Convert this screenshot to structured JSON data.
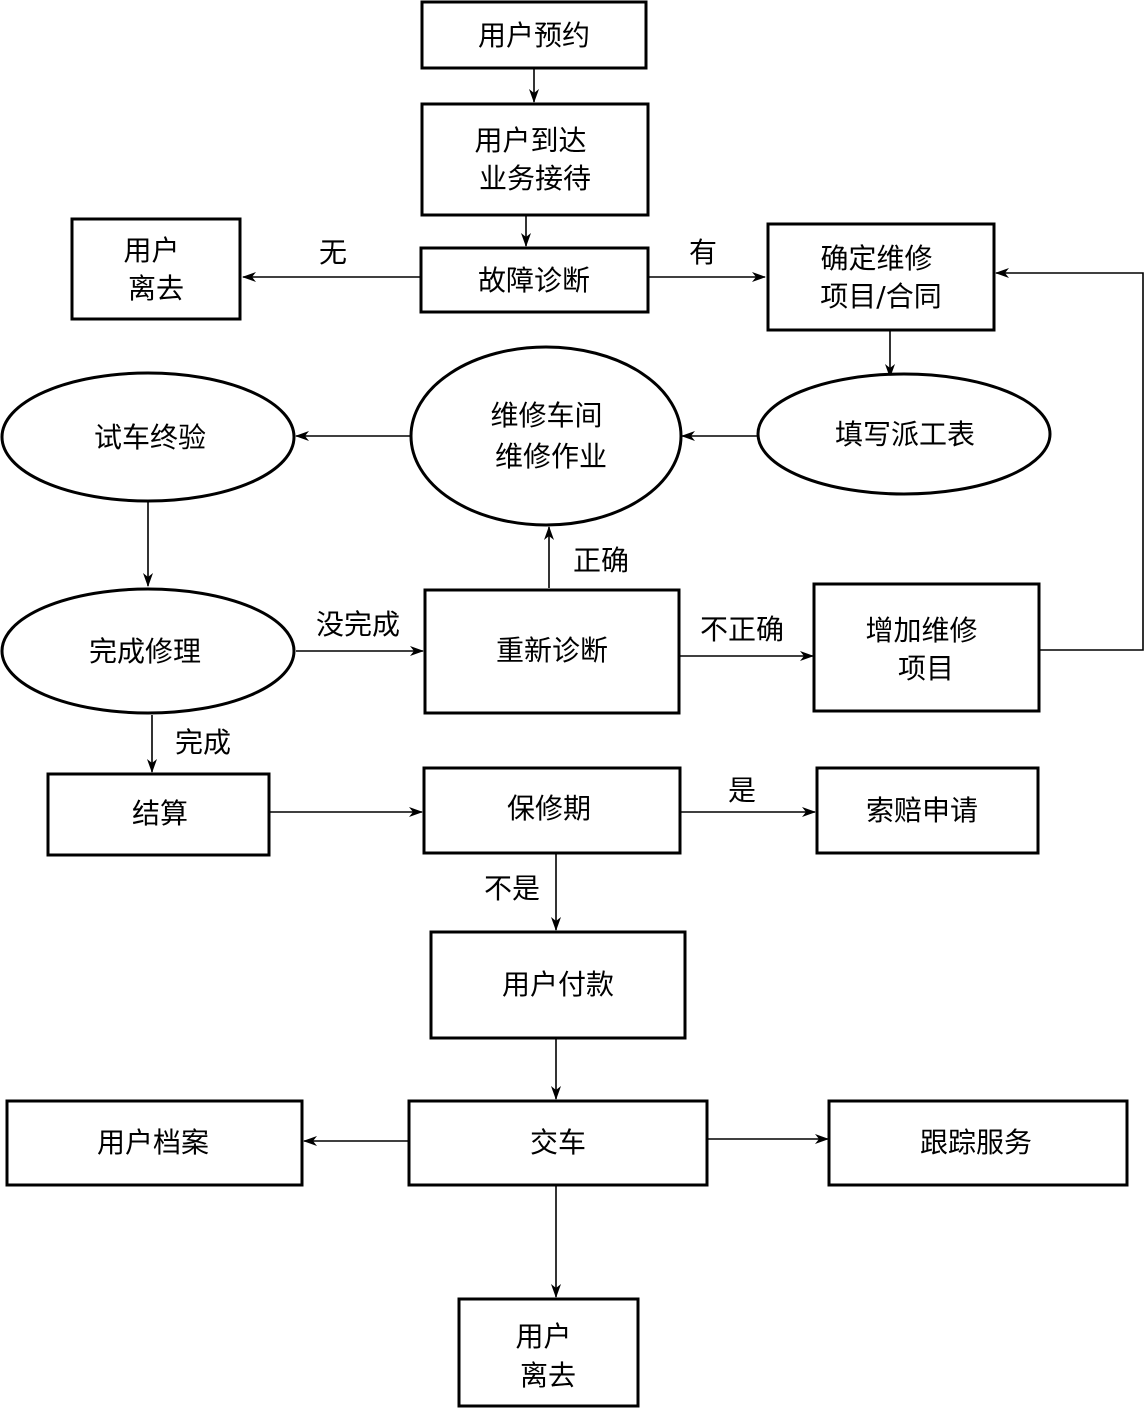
{
  "nodes": {
    "appointment": [
      "用户预约"
    ],
    "arrival": [
      "用户到达",
      "业务接待"
    ],
    "leave_top": [
      "用户",
      "离去"
    ],
    "diagnosis": [
      "故障诊断"
    ],
    "confirm": [
      "确定维修",
      "项目/合同"
    ],
    "test_drive": [
      "试车终验"
    ],
    "workshop": [
      "维修车间",
      "维修作业"
    ],
    "dispatch": [
      "填写派工表"
    ],
    "complete_repair": [
      "完成修理"
    ],
    "rediagnosis": [
      "重新诊断"
    ],
    "add_items": [
      "增加维修",
      "项目"
    ],
    "settlement": [
      "结算"
    ],
    "warranty": [
      "保修期"
    ],
    "claim": [
      "索赔申请"
    ],
    "payment": [
      "用户付款"
    ],
    "customer_file": [
      "用户档案"
    ],
    "delivery": [
      "交车"
    ],
    "follow_up": [
      "跟踪服务"
    ],
    "leave_bottom": [
      "用户",
      "离去"
    ]
  },
  "edge_labels": {
    "none": "无",
    "has": "有",
    "correct": "正确",
    "not_finished": "没完成",
    "incorrect": "不正确",
    "finished": "完成",
    "yes": "是",
    "no": "不是"
  }
}
